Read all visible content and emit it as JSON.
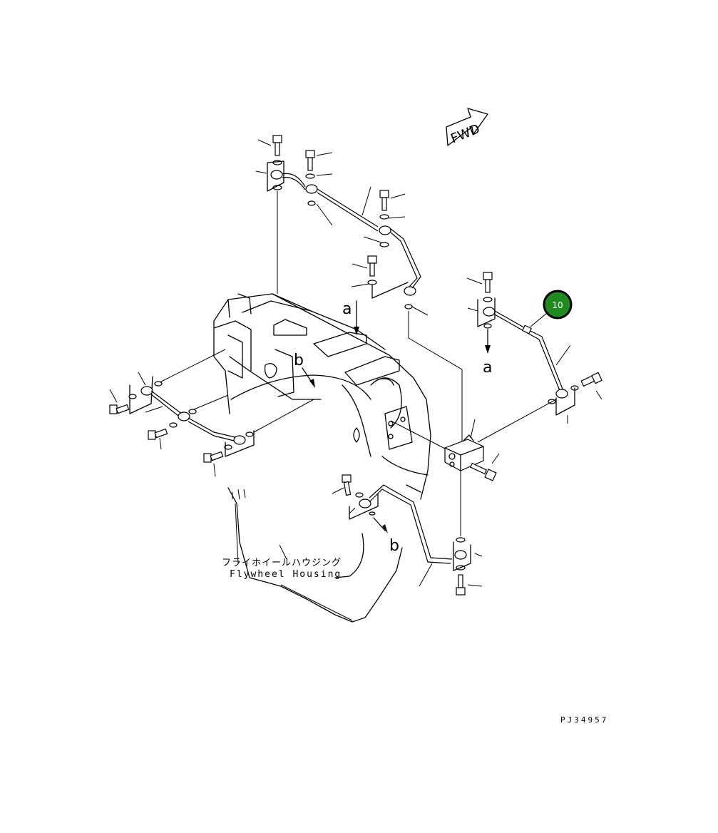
{
  "diagram": {
    "fwd_label": "FWD",
    "callout_number": "10",
    "callout_color": "#1f8a1f",
    "housing_label_jp": "フライホイールハウジング",
    "housing_label_en": "Flywheel Housing",
    "view_letter_a": "a",
    "view_letter_b": "b",
    "drawing_code": "PJ34957"
  }
}
